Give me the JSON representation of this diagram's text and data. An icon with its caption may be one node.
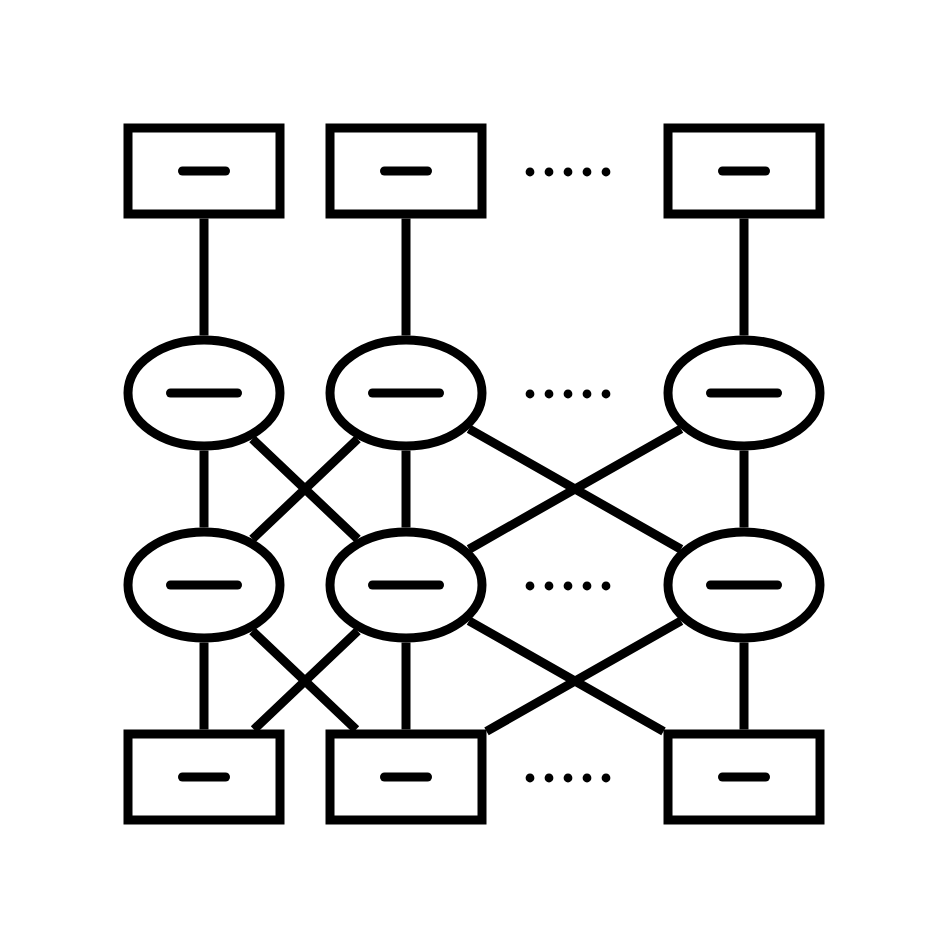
{
  "diagram": {
    "nodes": [
      {
        "text": [],
        "shape": "box"
      },
      {
        "text": [],
        "shape": "box"
      },
      {
        "text": [],
        "shape": "box"
      },
      {
        "text": [],
        "shape": "ellipse"
      },
      {
        "text": [],
        "shape": "ellipse"
      },
      {
        "text": [],
        "shape": "ellipse"
      },
      {
        "text": [],
        "shape": "ellipse"
      },
      {
        "text": [],
        "shape": "ellipse"
      },
      {
        "text": [],
        "shape": "ellipse"
      },
      {
        "text": [],
        "shape": "box"
      },
      {
        "text": [],
        "shape": "box"
      },
      {
        "text": [],
        "shape": "box"
      }
    ],
    "edges": [
      {
        "from": 0,
        "to": 3,
        "arrow": "none"
      },
      {
        "from": 1,
        "to": 4,
        "arrow": "none"
      },
      {
        "from": 2,
        "to": 5,
        "arrow": "none"
      },
      {
        "from": 3,
        "to": 6,
        "arrow": "none"
      },
      {
        "from": 3,
        "to": 7,
        "arrow": "none"
      },
      {
        "from": 4,
        "to": 6,
        "arrow": "none"
      },
      {
        "from": 4,
        "to": 7,
        "arrow": "none"
      },
      {
        "from": 4,
        "to": 8,
        "arrow": "none"
      },
      {
        "from": 5,
        "to": 7,
        "arrow": "none"
      },
      {
        "from": 5,
        "to": 8,
        "arrow": "none"
      },
      {
        "from": 6,
        "to": 9,
        "arrow": "none"
      },
      {
        "from": 6,
        "to": 10,
        "arrow": "none"
      },
      {
        "from": 7,
        "to": 9,
        "arrow": "none"
      },
      {
        "from": 7,
        "to": 10,
        "arrow": "none"
      },
      {
        "from": 7,
        "to": 11,
        "arrow": "none"
      },
      {
        "from": 8,
        "to": 10,
        "arrow": "none"
      },
      {
        "from": 8,
        "to": 11,
        "arrow": "none"
      }
    ]
  }
}
